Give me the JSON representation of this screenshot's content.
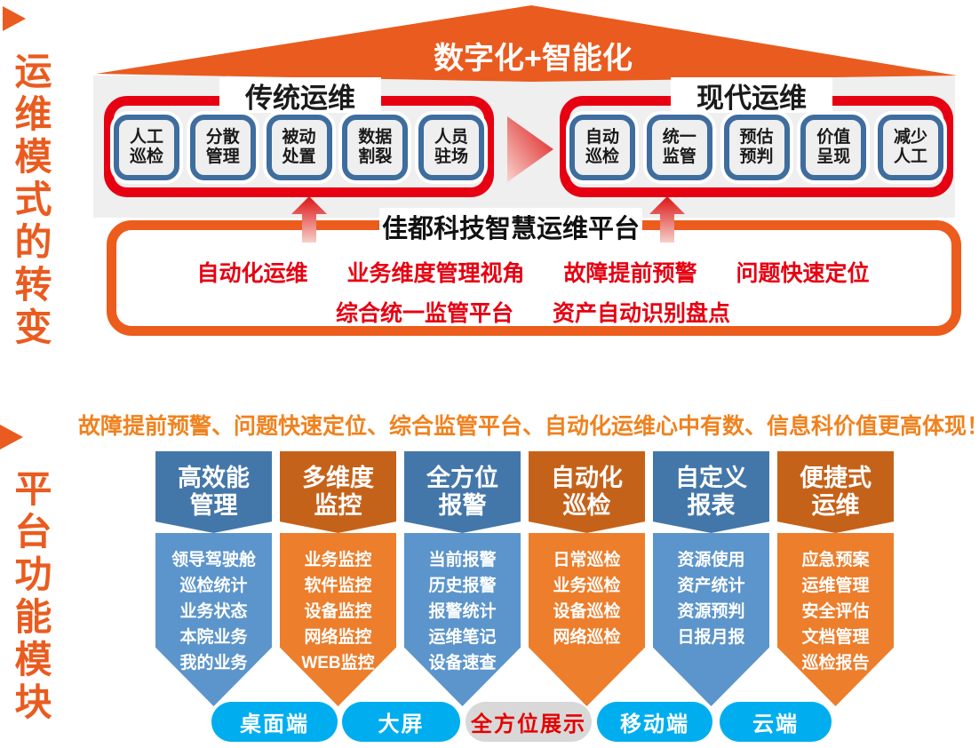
{
  "left_rail": {
    "section1_title": "运维模式的转变",
    "section2_title": "平台功能模块"
  },
  "top_diagram": {
    "roof_label": "数字化+智能化",
    "traditional": {
      "title": "传统运维",
      "items": [
        "人工巡检",
        "分散管理",
        "被动处置",
        "数据割裂",
        "人员驻场"
      ]
    },
    "modern": {
      "title": "现代运维",
      "items": [
        "自动巡检",
        "统一监管",
        "预估预判",
        "价值呈现",
        "减少人工"
      ]
    },
    "platform": {
      "title": "佳都科技智慧运维平台",
      "features_row1": [
        "自动化运维",
        "业务维度管理视角",
        "故障提前预警",
        "问题快速定位"
      ],
      "features_row2": [
        "综合统一监管平台",
        "资产自动识别盘点"
      ]
    }
  },
  "bottom_diagram": {
    "headline": "故障提前预警、问题快速定位、综合监管平台、自动化运维心中有数、信息科价值更高体现！",
    "columns": [
      {
        "title": "高效能管理",
        "theme": "blue",
        "items": [
          "领导驾驶舱",
          "巡检统计",
          "业务状态",
          "本院业务",
          "我的业务"
        ]
      },
      {
        "title": "多维度监控",
        "theme": "orange",
        "items": [
          "业务监控",
          "软件监控",
          "设备监控",
          "网络监控",
          "WEB监控"
        ]
      },
      {
        "title": "全方位报警",
        "theme": "blue",
        "items": [
          "当前报警",
          "历史报警",
          "报警统计",
          "运维笔记",
          "设备速查"
        ]
      },
      {
        "title": "自动化巡检",
        "theme": "orange",
        "items": [
          "日常巡检",
          "业务巡检",
          "设备巡检",
          "网络巡检"
        ]
      },
      {
        "title": "自定义报表",
        "theme": "blue",
        "items": [
          "资源使用",
          "资产统计",
          "资源预判",
          "日报月报"
        ]
      },
      {
        "title": "便捷式运维",
        "theme": "orange",
        "items": [
          "应急预案",
          "运维管理",
          "安全评估",
          "文档管理",
          "巡检报告"
        ]
      }
    ],
    "pills": [
      {
        "label": "桌面端",
        "style": "cyan"
      },
      {
        "label": "大屏",
        "style": "cyan"
      },
      {
        "label": "全方位展示",
        "style": "gray"
      },
      {
        "label": "移动端",
        "style": "cyan"
      },
      {
        "label": "云端",
        "style": "cyan"
      }
    ]
  },
  "colors": {
    "orange_primary": "#ea5b1f",
    "orange_border": "#eb5c1d",
    "orange_headline": "#f0821e",
    "red_border": "#e60012",
    "steel_blue_border": "#3e6d9e",
    "column_blue_dark": "#4477a9",
    "column_blue_light": "#5c95cb",
    "column_orange_dark": "#c5621a",
    "column_orange_light": "#ec7e2c",
    "pill_cyan": "#00aeef",
    "pill_gray": "#d8d8d8",
    "panel_gray": "#efefef"
  }
}
